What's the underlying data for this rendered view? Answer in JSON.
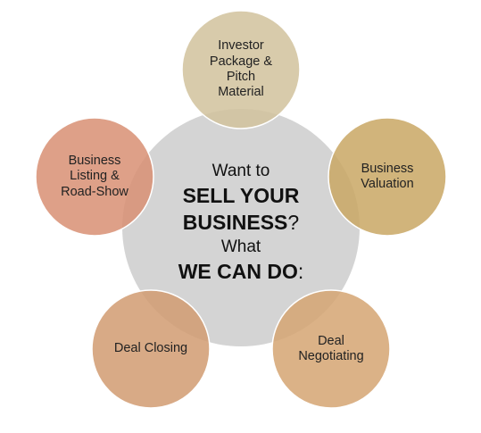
{
  "center": {
    "line1": "Want to",
    "line2_bold": "SELL YOUR",
    "line3_bold": "BUSINESS",
    "line3_suffix": "?",
    "line4": "What",
    "line5_bold": "WE CAN DO",
    "line5_suffix": ":"
  },
  "services": [
    {
      "label": "Investor\nPackage &\nPitch\nMaterial",
      "color": "#d1c29c"
    },
    {
      "label": "Business\nValuation",
      "color": "#c9a764"
    },
    {
      "label": "Deal\nNegotiating",
      "color": "#d5a472"
    },
    {
      "label": "Deal Closing",
      "color": "#d19b71"
    },
    {
      "label": "Business\nListing &\nRoad-Show",
      "color": "#d88f73"
    }
  ],
  "colors": {
    "hub": "#d4d4d4",
    "satellite_outline": "#ffffff"
  }
}
